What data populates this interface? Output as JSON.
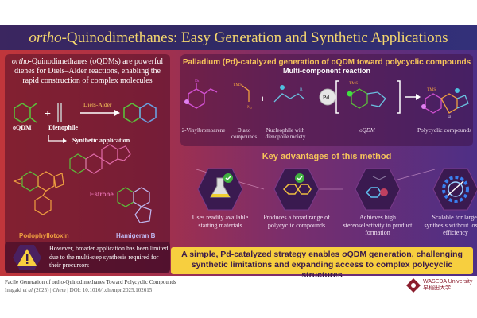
{
  "title": {
    "prefix_italic": "ortho",
    "rest": "-Quinodimethanes: Easy Generation and Synthetic Applications"
  },
  "intro": {
    "italic": "ortho",
    "text": "-Quinodimethanes (oQDMs) are powerful dienes for Diels–Alder reactions, enabling the rapid construction of complex molecules"
  },
  "diels_alder": {
    "oqdm_label": "oQDM",
    "dienophile_label": "Dienophile",
    "arrow_label": "Diels-Alder",
    "plus": "+",
    "synthetic_application": "Synthetic application"
  },
  "natural_products": [
    {
      "name": "Estrone",
      "color": "#e06aa8"
    },
    {
      "name": "Podophyllotoxin",
      "color": "#f0a040"
    },
    {
      "name": "Hamigeran B",
      "color": "#c0b8f0"
    }
  ],
  "warning": {
    "icon": "warning-icon",
    "text": "However, broader application has been limited due to the multi-step synthesis required for their precursors"
  },
  "reaction": {
    "title": "Palladium (Pd)-catalyzed generation of oQDM toward polycyclic compounds",
    "subtitle": "Multi-component reaction",
    "components": [
      "2-Vinylbromoarene",
      "Diazo compounds",
      "Nucleophile with dienophile moiety",
      "oQDM",
      "Polycyclic compounds"
    ],
    "catalyst": "Pd",
    "atom_labels": {
      "br": "Br",
      "tms": "TMS",
      "n2": "N₂",
      "r": "R",
      "h": "H"
    }
  },
  "advantages": {
    "heading": "Key advantages of this method",
    "items": [
      {
        "icon": "flask-check-icon",
        "text": "Uses readily available starting materials"
      },
      {
        "icon": "polycyclic-check-icon",
        "text": "Produces a broad range of polycyclic compounds"
      },
      {
        "icon": "stereo-molecule-icon",
        "text": "Achieves high stereoselectivity in product formation"
      },
      {
        "icon": "gear-scale-icon",
        "text": "Scalable for larger synthesis without loss of efficiency"
      }
    ]
  },
  "conclusion": {
    "before": "A simple, Pd-catalyzed strategy enables ",
    "italic": "o",
    "after": "QDM generation, challenging synthetic limitations and expanding access to complex polycyclic structures"
  },
  "footer": {
    "paper_title": "Facile Generation of ortho-Quinodimethanes Toward Polycyclic Compounds",
    "authors": "Inagaki",
    "etal": "et al",
    "year": "(2025) |",
    "journal": "Chem",
    "doi": "| DOI: 10.1016/j.chempr.2025.102615",
    "university": "WASEDA University",
    "university_jp": "早稲田大学"
  },
  "colors": {
    "title": "#f5d76e",
    "accent_yellow": "#f7cf3f",
    "green": "#5bbf3a",
    "magenta": "#d050d0"
  }
}
